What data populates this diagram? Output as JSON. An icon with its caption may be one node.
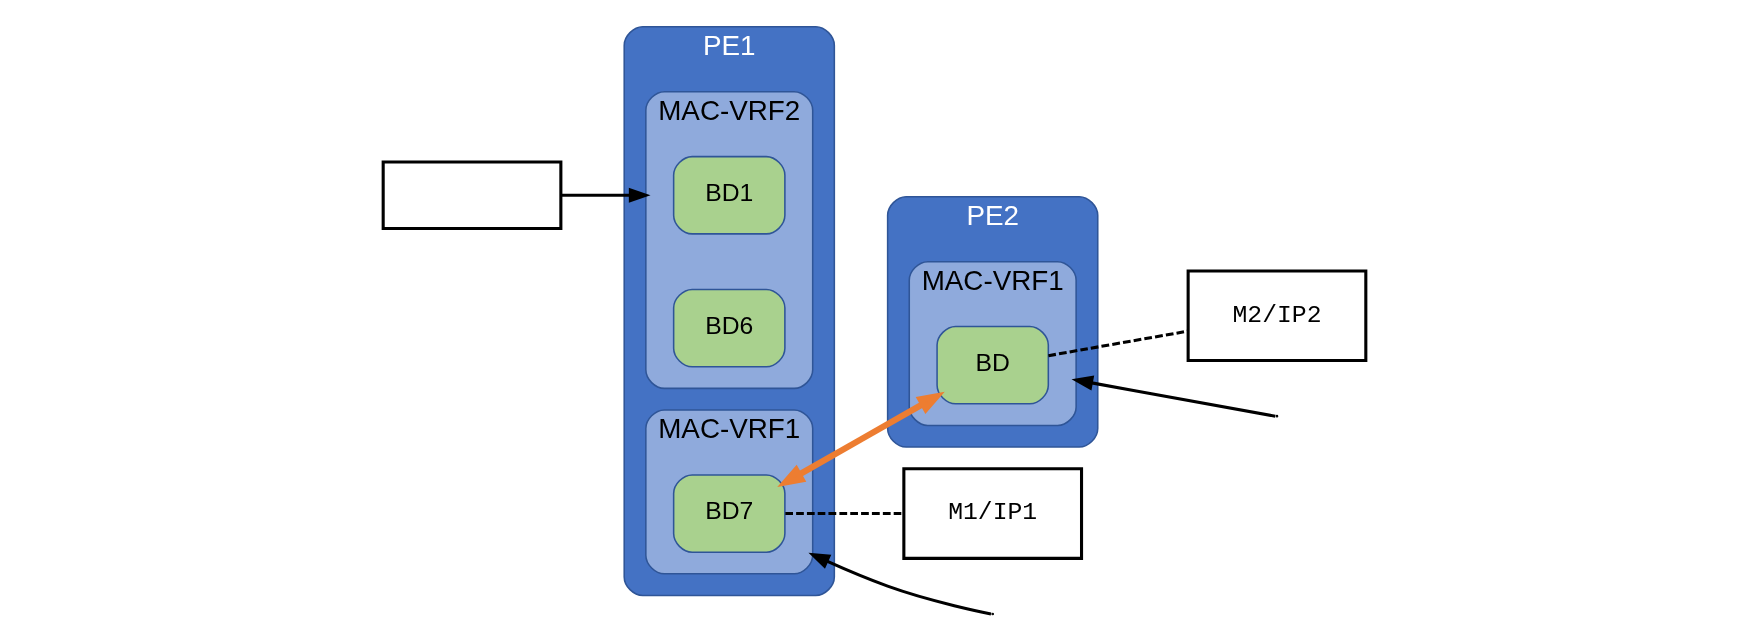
{
  "diagram": {
    "nodes": [
      {
        "text": [
          "PE1"
        ]
      },
      {
        "text": [
          "MAC-VRF2"
        ],
        "in": 0
      },
      {
        "text": [
          "BD1"
        ],
        "in": 1
      },
      {
        "text": [
          "BD6"
        ],
        "in": 1
      },
      {
        "text": [
          "MAC-VRF1"
        ],
        "in": 0
      },
      {
        "text": [
          "BD7"
        ],
        "in": 4
      },
      {
        "text": [
          "PE2"
        ]
      },
      {
        "text": [
          "MAC-VRF1"
        ],
        "in": 6
      },
      {
        "text": [
          "BD"
        ],
        "in": 7
      },
      {
        "text": [
          "M1/IP1"
        ]
      },
      {
        "text": [
          "M2/IP2"
        ]
      },
      {
        "text": [],
        "shape": "box"
      }
    ],
    "edges": [
      {
        "from": 11,
        "to": 1,
        "arrow": "to"
      },
      {
        "from": 5,
        "to": 8,
        "arrow": "both",
        "style": "thick",
        "color": "#ed7d31"
      },
      {
        "from": null,
        "to": 4,
        "arrow": "to"
      },
      {
        "from": null,
        "to": 7,
        "arrow": "to"
      },
      {
        "from": 5,
        "to": 9,
        "arrow": "none",
        "style": "dashed"
      },
      {
        "from": 8,
        "to": 10,
        "arrow": "none",
        "style": "dashed"
      }
    ]
  }
}
